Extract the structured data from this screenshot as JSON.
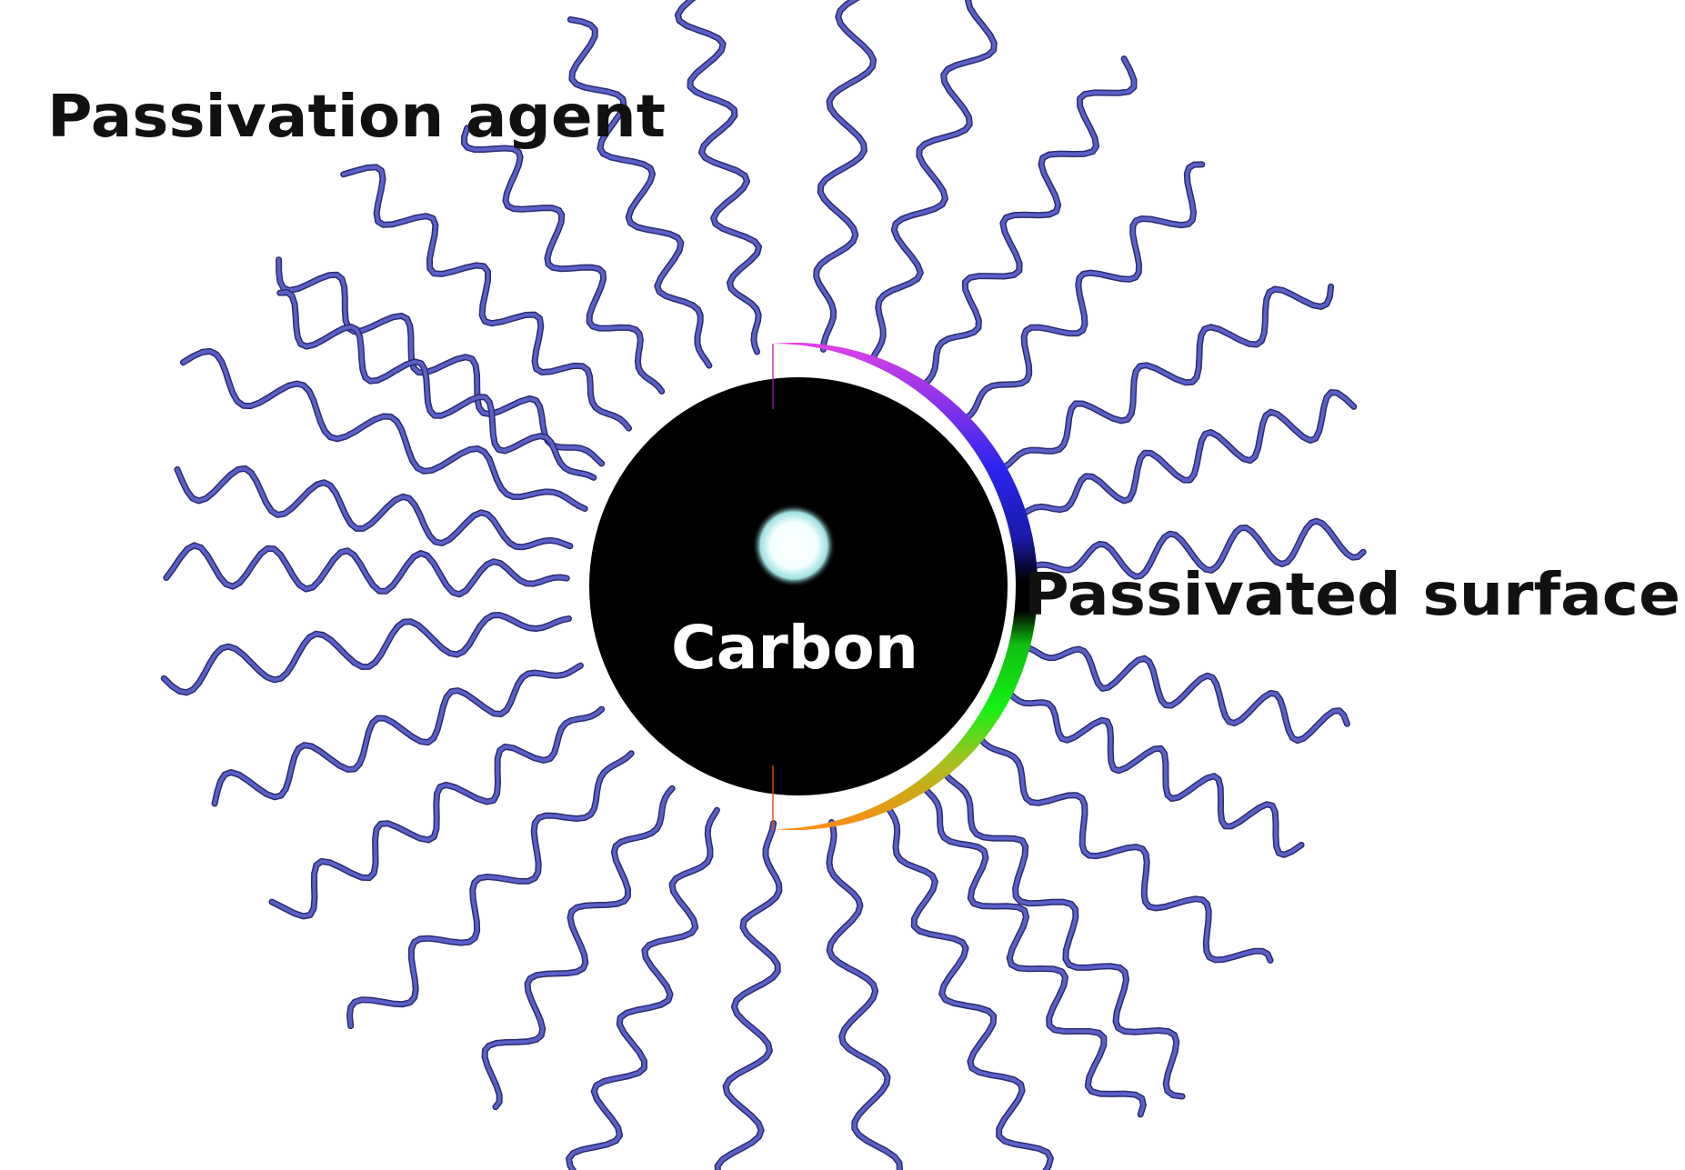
{
  "labels": {
    "passivation_agent": "Passivation agent",
    "passivated_surface": "Passivated surface",
    "core": "Carbon"
  },
  "colors": {
    "chain": "#5b5fc7",
    "core": "#000000",
    "ring_top": "#e040e8",
    "ring_upper": "#2020ee",
    "ring_lower": "#10f010",
    "ring_bottom": "#ff9a18",
    "highlight": "#ffffff",
    "text_dark": "#111111",
    "text_light": "#ffffff"
  },
  "icons": {
    "chain": "wavy-ligand-chain",
    "core": "carbon-dot-sphere"
  }
}
